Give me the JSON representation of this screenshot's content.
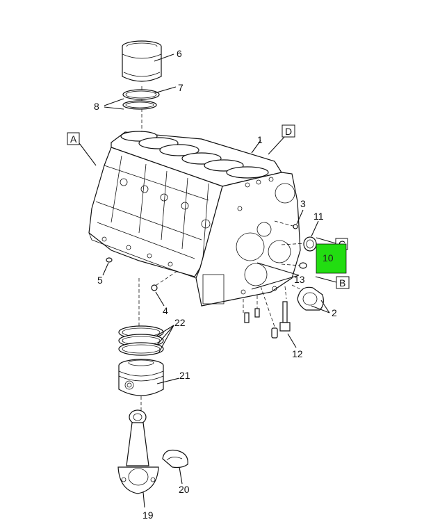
{
  "callouts": {
    "c1": "1",
    "c2": "2",
    "c3": "3",
    "c4": "4",
    "c5": "5",
    "c6": "6",
    "c7": "7",
    "c8": "8",
    "c10": "10",
    "c11": "11",
    "c12": "12",
    "c13": "13",
    "c19": "19",
    "c20": "20",
    "c21": "21",
    "c22": "22"
  },
  "view_labels": {
    "a": "A",
    "b": "B",
    "c": "C",
    "d": "D"
  },
  "highlight": {
    "label": "10",
    "color": "#22dd11"
  },
  "colors": {
    "line": "#111111",
    "background": "#ffffff"
  }
}
